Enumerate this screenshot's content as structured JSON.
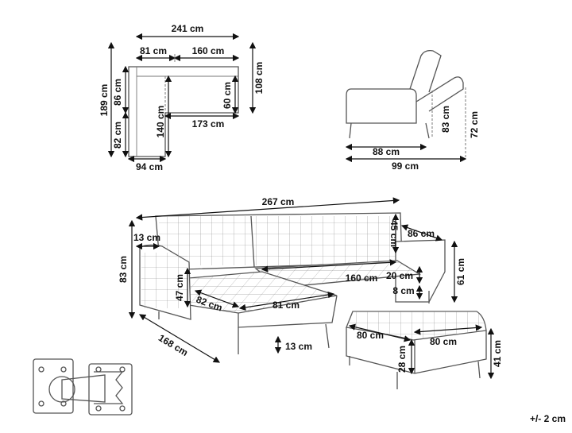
{
  "top_view": {
    "total_width": "241 cm",
    "chaise_width": "81 cm",
    "sofa_width": "160 cm",
    "total_depth": "189 cm",
    "depth_upper": "86 cm",
    "depth_lower": "82 cm",
    "chaise_length": "140 cm",
    "seat_depth": "60 cm",
    "sofa_depth": "108 cm",
    "seat_width": "173 cm",
    "chaise_front": "94 cm"
  },
  "side_view": {
    "depth": "88 cm",
    "reclined_depth": "99 cm",
    "height_back": "83 cm",
    "height_reclined": "72 cm"
  },
  "main_view": {
    "width": "267 cm",
    "arm_width": "13 cm",
    "back_height": "45 cm",
    "depth": "86 cm",
    "height": "83 cm",
    "seat_back_width": "160 cm",
    "seat_cushion": "20 cm",
    "leg_height_small": "8 cm",
    "arm_height": "61 cm",
    "arm_top": "47 cm",
    "chaise_width": "82 cm",
    "chaise_seat": "81 cm",
    "length": "168 cm",
    "leg_height": "13 cm"
  },
  "ottoman": {
    "depth": "80 cm",
    "width": "80 cm",
    "cushion": "28 cm",
    "height": "41 cm"
  },
  "tolerance": "+/- 2 cm",
  "colors": {
    "line": "#555555",
    "dimension": "#111111"
  },
  "icons": [
    "bracket-connector-icon"
  ]
}
